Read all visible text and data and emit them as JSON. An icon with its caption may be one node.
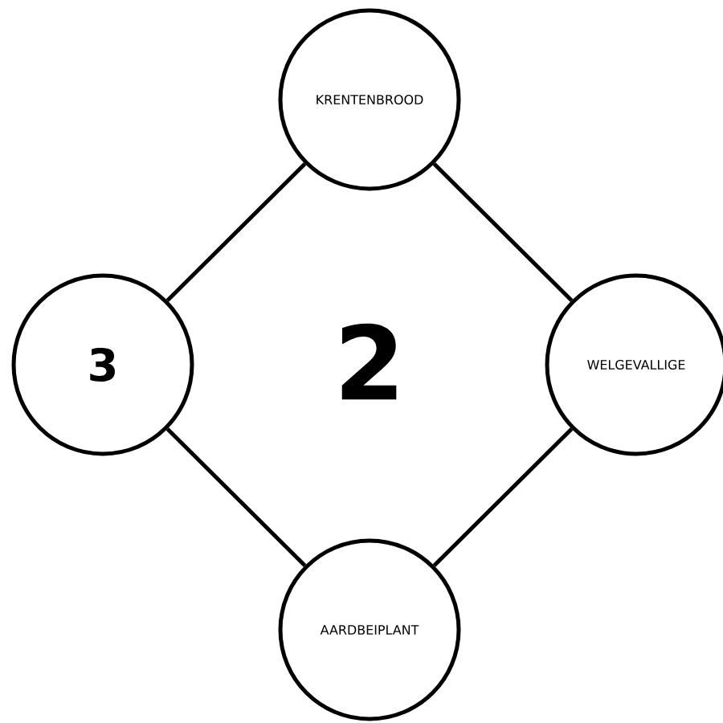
{
  "diagram": {
    "nodes": [
      {
        "text": [
          "KRENTENBROOD"
        ]
      },
      {
        "text": [
          "3"
        ]
      },
      {
        "text": [
          "WELGEVALLIGE"
        ]
      },
      {
        "text": [
          "AARDBEIPLANT"
        ]
      }
    ],
    "edges": [
      {
        "from": 1,
        "to": 0,
        "arrow": "none"
      },
      {
        "from": 0,
        "to": 2,
        "arrow": "none"
      },
      {
        "from": 1,
        "to": 3,
        "arrow": "none"
      },
      {
        "from": 3,
        "to": 2,
        "arrow": "none"
      }
    ],
    "labels": [
      "2"
    ]
  }
}
